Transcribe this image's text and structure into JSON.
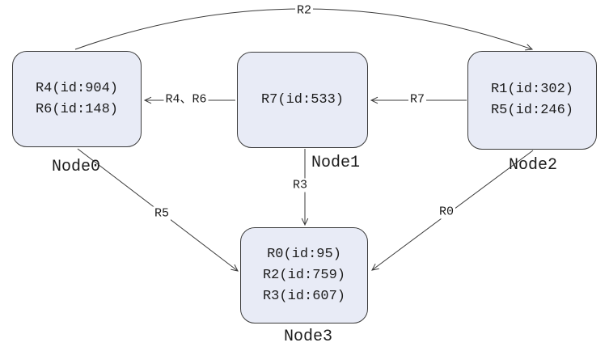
{
  "diagram": {
    "colors": {
      "node_fill": "#e8ebf6",
      "node_border": "#3b3b3b",
      "edge_line": "#3b3b3b",
      "text": "#1c1c1c",
      "background": "#ffffff"
    },
    "nodes": [
      {
        "name": "Node0",
        "resources": [
          "R4(id:904)",
          "R6(id:148)"
        ]
      },
      {
        "name": "Node1",
        "resources": [
          "R7(id:533)"
        ]
      },
      {
        "name": "Node2",
        "resources": [
          "R1(id:302)",
          "R5(id:246)"
        ]
      },
      {
        "name": "Node3",
        "resources": [
          "R0(id:95)",
          "R2(id:759)",
          "R3(id:607)"
        ]
      }
    ],
    "edges": [
      {
        "label": "R2",
        "from": "Node0",
        "to": "Node2",
        "shape": "curve"
      },
      {
        "label": "R4、R6",
        "from": "Node1",
        "to": "Node0",
        "shape": "straight"
      },
      {
        "label": "R7",
        "from": "Node2",
        "to": "Node1",
        "shape": "straight"
      },
      {
        "label": "R3",
        "from": "Node1",
        "to": "Node3",
        "shape": "straight"
      },
      {
        "label": "R5",
        "from": "Node0",
        "to": "Node3",
        "shape": "straight"
      },
      {
        "label": "R0",
        "from": "Node2",
        "to": "Node3",
        "shape": "straight"
      }
    ]
  }
}
